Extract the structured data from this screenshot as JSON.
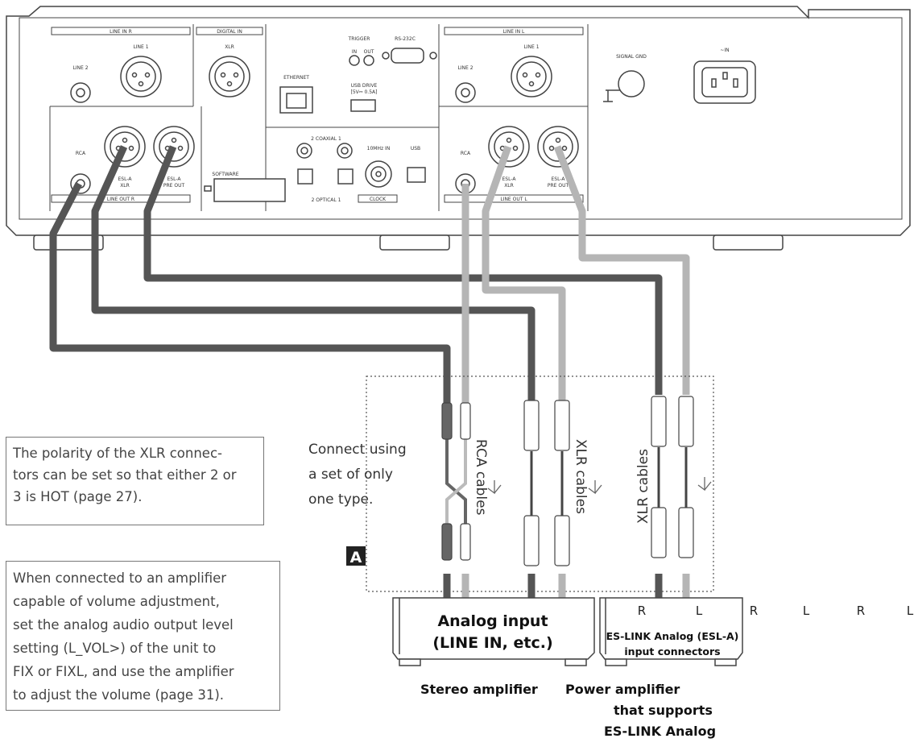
{
  "rear_panel": {
    "line_in_r": "LINE IN  R",
    "line_1": "LINE 1",
    "line_2": "LINE 2",
    "digital_in": "DIGITAL IN",
    "xlr": "XLR",
    "ethernet": "ETHERNET",
    "trigger": "TRIGGER",
    "trig_in": "IN",
    "trig_out": "OUT",
    "rs232c": "RS-232C",
    "usb_drive": "USB DRIVE",
    "usb_drive_power": "[5V⎓ 0.5A]",
    "coaxial": "2   COAXIAL   1",
    "optical": "2   OPTICAL   1",
    "clock_10mhz": "10MHz IN",
    "usb": "USB",
    "clock": "CLOCK",
    "software": "SOFTWARE",
    "line_in_l": "LINE IN  L",
    "signal_gnd": "SIGNAL GND",
    "ac_in": "~IN",
    "rca": "RCA",
    "esl_a": "ESL-A",
    "pre_out": "PRE OUT",
    "line_out_r": "LINE OUT  R",
    "line_out_l": "LINE OUT  L"
  },
  "connect_note": [
    "Connect using",
    "a set of only",
    "one type."
  ],
  "cable_labels": {
    "rca": "RCA cables",
    "xlr_stereo": "XLR cables",
    "xlr_esl": "XLR cables"
  },
  "marker": "A",
  "polarity_note": [
    "The polarity of the XLR connec-",
    "tors can be set so that either 2 or",
    "3 is HOT (page 27)."
  ],
  "volume_note": [
    "When connected to an amplifier",
    "capable of volume adjustment,",
    "set the analog audio output level",
    "setting (L_VOL>) of the unit to",
    "FIX or FIXL, and use the amplifier",
    "to adjust the volume (page 31)."
  ],
  "stereo_amp": {
    "line1": "Analog input",
    "line2": "(LINE IN, etc.)",
    "caption": "Stereo amplifier"
  },
  "power_amp": {
    "r": "R",
    "l": "L",
    "line1": "ES-LINK Analog (ESL-A)",
    "line2": "input connectors",
    "caption": [
      "Power amplifier",
      "that supports",
      "ES-LINK Analog"
    ]
  },
  "stray_channel_labels": [
    "R",
    "L",
    "R",
    "L"
  ],
  "colors": {
    "dark_cable": "#555555",
    "light_cable": "#b5b5b5",
    "panel_line": "#444444"
  }
}
